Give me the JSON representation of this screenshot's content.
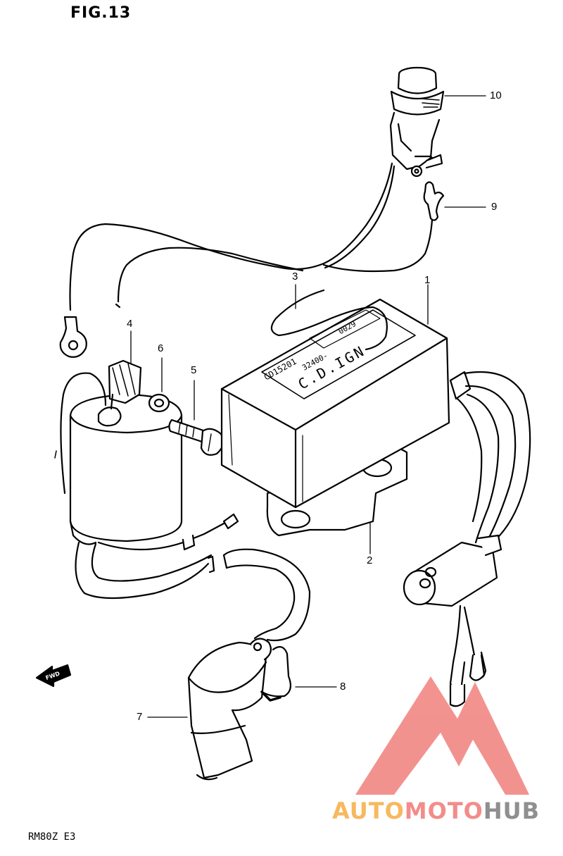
{
  "figure": {
    "title": "FIG.13",
    "model_code": "RM80Z  E3"
  },
  "callouts": [
    {
      "id": "1",
      "label": "1"
    },
    {
      "id": "2",
      "label": "2"
    },
    {
      "id": "3",
      "label": "3"
    },
    {
      "id": "4",
      "label": "4"
    },
    {
      "id": "5",
      "label": "5"
    },
    {
      "id": "6",
      "label": "6"
    },
    {
      "id": "7",
      "label": "7"
    },
    {
      "id": "8",
      "label": "8"
    },
    {
      "id": "9",
      "label": "9"
    },
    {
      "id": "10",
      "label": "10"
    }
  ],
  "cdi_unit": {
    "part_no_line1": "CD15201",
    "part_no_line2": "32400-",
    "brand_text": "C.D.IGN",
    "code": "0029"
  },
  "fwd_arrow": {
    "label": "FWD"
  },
  "watermark": {
    "auto": "AUTO",
    "moto": "MOTO",
    "hub": "HUB",
    "colors": {
      "triangle": "#f28d8a",
      "auto": "#f6b95f",
      "moto": "#f28d8a",
      "hub": "#8f8f8f"
    }
  }
}
